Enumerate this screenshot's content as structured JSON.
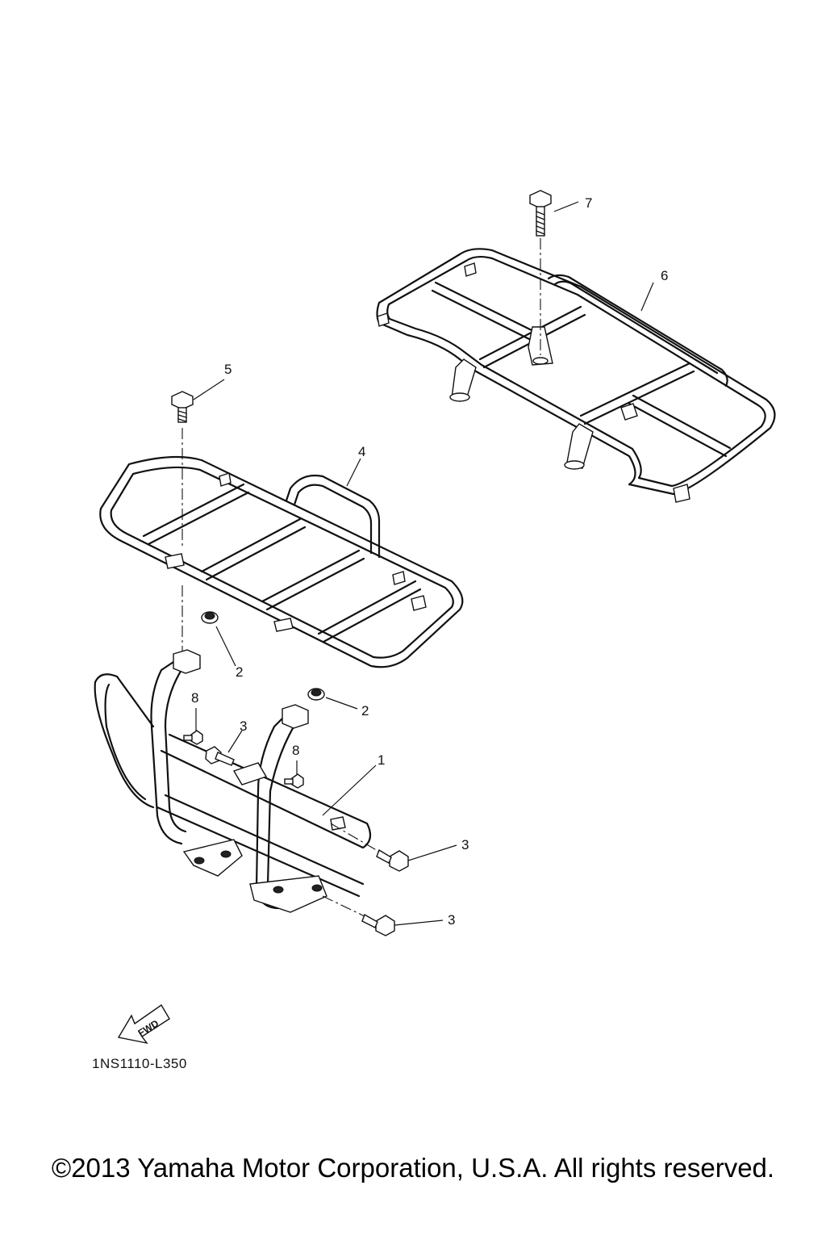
{
  "callouts": [
    "1",
    "2",
    "2",
    "3",
    "3",
    "3",
    "4",
    "5",
    "6",
    "7",
    "8",
    "8"
  ],
  "fwd_label": "FWD",
  "diagram_code": "1NS1110-L350",
  "copyright": "©2013 Yamaha Motor Corporation, U.S.A. All rights reserved."
}
